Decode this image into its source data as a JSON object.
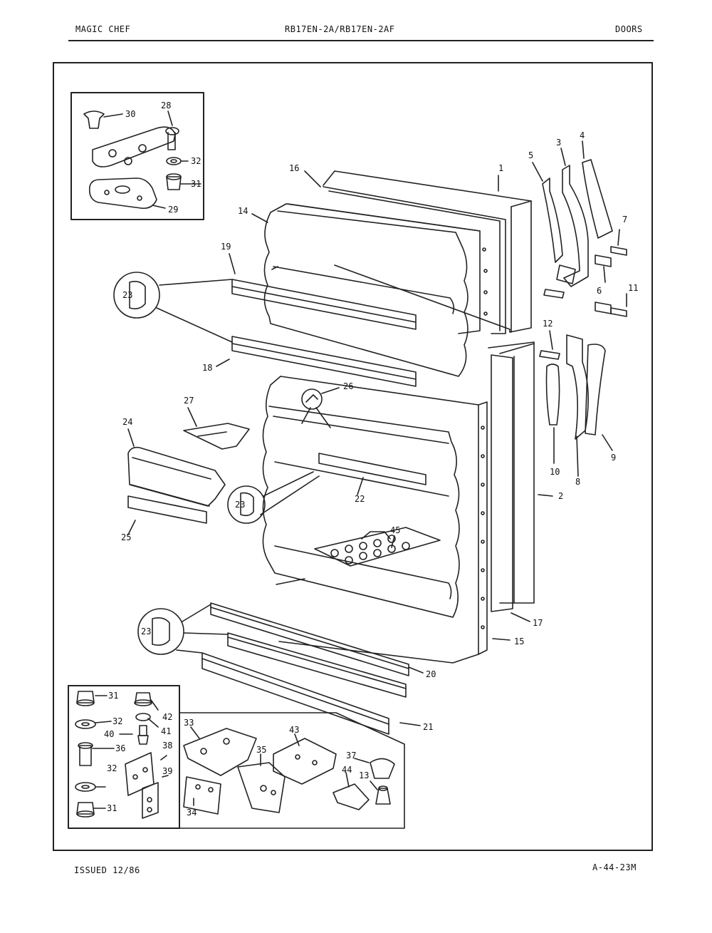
{
  "header": {
    "brand": "MAGIC CHEF",
    "model": "RB17EN-2A/RB17EN-2AF",
    "section": "DOORS"
  },
  "footer": {
    "issued": "ISSUED 12/86",
    "code": "A-44-23M"
  },
  "callouts": {
    "c1": "1",
    "c2": "2",
    "c3": "3",
    "c4": "4",
    "c5": "5",
    "c6": "6",
    "c7": "7",
    "c8": "8",
    "c9": "9",
    "c10": "10",
    "c11": "11",
    "c12": "12",
    "c13": "13",
    "c14": "14",
    "c15": "15",
    "c16": "16",
    "c17": "17",
    "c18": "18",
    "c19": "19",
    "c20": "20",
    "c21": "21",
    "c22": "22",
    "c23": "23",
    "c24": "24",
    "c25": "25",
    "c26": "26",
    "c27": "27",
    "c28": "28",
    "c29": "29",
    "c30": "30",
    "c31": "31",
    "c32": "32",
    "c33": "33",
    "c34": "34",
    "c35": "35",
    "c36": "36",
    "c37": "37",
    "c38": "38",
    "c39": "39",
    "c40": "40",
    "c41": "41",
    "c42": "42",
    "c43": "43",
    "c44": "44",
    "c45": "45"
  }
}
